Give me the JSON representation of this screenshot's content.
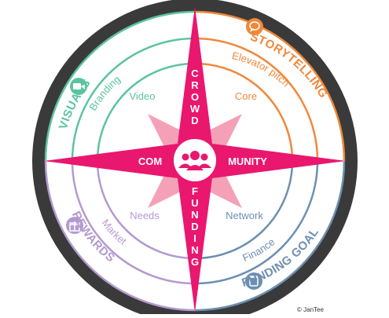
{
  "diagram": {
    "center_word_left": "COM",
    "center_word_right": "MUNITY",
    "vertical_top": "CROWD",
    "vertical_bottom": "FUNDING",
    "quadrants": {
      "top_left": {
        "title": "VISUALS",
        "outer": "Branding",
        "inner": "Video",
        "icon": "video-camera-icon"
      },
      "top_right": {
        "title": "STORYTELLING",
        "outer": "Elevator pitch",
        "inner": "Core",
        "icon": "chat-bubble-icon"
      },
      "bottom_left": {
        "title": "REWARDS",
        "outer": "Market",
        "inner": "Needs",
        "icon": "gift-icon"
      },
      "bottom_right": {
        "title": "FUNDING GOAL",
        "outer": "Finance",
        "inner": "Network",
        "icon": "money-jar-icon"
      }
    },
    "copyright": "© JanTee"
  },
  "colors": {
    "rim": "#3a3a3a",
    "visuals": "#5cc3a2",
    "storytelling": "#f0883a",
    "rewards": "#b49ad0",
    "funding_goal": "#6d8fb1",
    "star": "#e9176e",
    "star_light": "#f4a1b8"
  }
}
